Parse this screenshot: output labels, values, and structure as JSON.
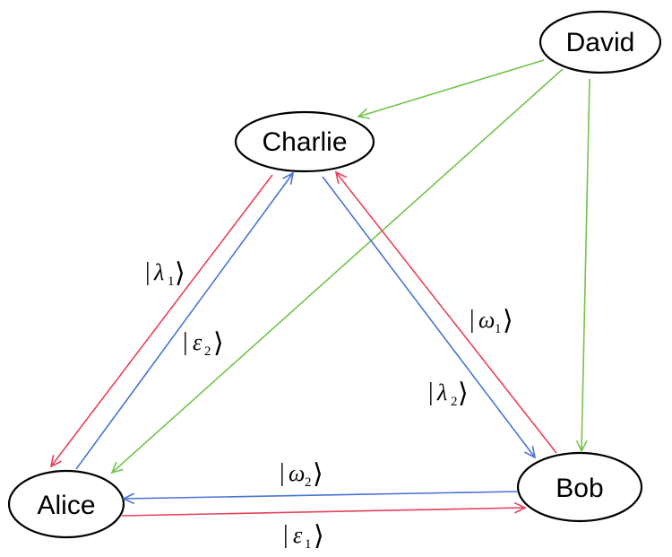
{
  "nodes": {
    "david": "David",
    "charlie": "Charlie",
    "alice": "Alice",
    "bob": "Bob"
  },
  "labels": {
    "lambda1": {
      "bar": "|",
      "symbol": "λ",
      "sub": "1",
      "angle": "⟩"
    },
    "epsilon2": {
      "bar": "|",
      "symbol": "ε",
      "sub": "2",
      "angle": "⟩"
    },
    "omega1": {
      "bar": "|",
      "symbol": "ω",
      "sub": "1",
      "angle": "⟩"
    },
    "lambda2": {
      "bar": "|",
      "symbol": "λ",
      "sub": "2",
      "angle": "⟩"
    },
    "omega2": {
      "bar": "|",
      "symbol": "ω",
      "sub": "2",
      "angle": "⟩"
    },
    "epsilon1": {
      "bar": "|",
      "symbol": "ε",
      "sub": "1",
      "angle": "⟩"
    }
  },
  "colors": {
    "red": "#e8405a",
    "blue": "#4a72d6",
    "green": "#72c44a"
  }
}
